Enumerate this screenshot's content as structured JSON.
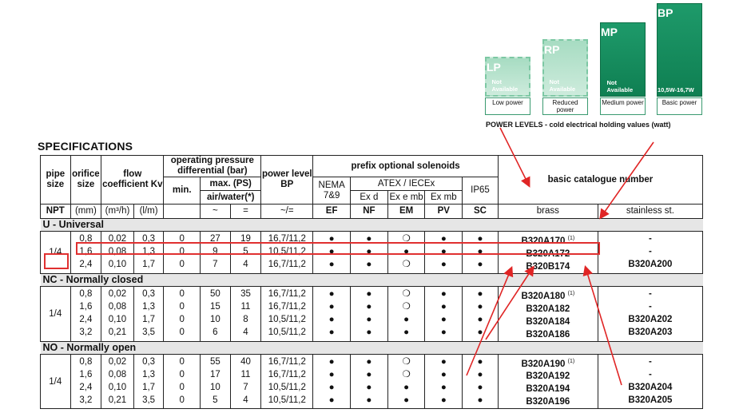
{
  "power_levels": [
    {
      "code": "LP",
      "value": "Not Available",
      "label": "Low power",
      "style": "dashed"
    },
    {
      "code": "RP",
      "value": "Not Available",
      "label": "Reduced power",
      "style": "dashed"
    },
    {
      "code": "MP",
      "value": "Not Available",
      "label": "Medium power",
      "style": "solid"
    },
    {
      "code": "BP",
      "value": "10,5W-16,7W",
      "label": "Basic power",
      "style": "solid"
    }
  ],
  "power_caption": "POWER LEVELS - cold electrical holding values (watt)",
  "title": "SPECIFICATIONS",
  "headers": {
    "pipe_size": "pipe size",
    "orifice_size": "orifice size",
    "flow_coefficient": "flow coefficient Kv",
    "operating_pressure": "operating pressure differential (bar)",
    "min": "min.",
    "max": "max. (PS)",
    "air_water": "air/water(*)",
    "power_level": "power level BP",
    "prefix": "prefix optional solenoids",
    "nema": "NEMA 7&9",
    "atex": "ATEX / IECEx",
    "exd": "Ex d",
    "exemb1": "Ex e mb",
    "exmb": "Ex mb",
    "ip65": "IP65",
    "catalogue": "basic catalogue number"
  },
  "units": {
    "npt": "NPT",
    "mm": "(mm)",
    "m3h": "(m³/h)",
    "lm": "(l/m)",
    "tilde": "~",
    "eq": "=",
    "power": "~/=",
    "ef": "EF",
    "nf": "NF",
    "em": "EM",
    "pv": "PV",
    "sc": "SC",
    "brass": "brass",
    "stainless": "stainless st."
  },
  "sections": [
    {
      "title": "U - Universal",
      "pipe": "1/4",
      "rows": [
        {
          "orifice": "0,8",
          "kv_m3h": "0,02",
          "kv_lm": "0,3",
          "min": "0",
          "max_ac": "27",
          "max_dc": "19",
          "power": "16,7/11,2",
          "ef": "●",
          "nf": "●",
          "em": "❍",
          "pv": "●",
          "sc": "●",
          "brass": "B320A170",
          "brass_note": "(1)",
          "stainless": "-"
        },
        {
          "orifice": "1,6",
          "kv_m3h": "0,08",
          "kv_lm": "1,3",
          "min": "0",
          "max_ac": "9",
          "max_dc": "5",
          "power": "10,5/11,2",
          "ef": "●",
          "nf": "●",
          "em": "●",
          "pv": "●",
          "sc": "●",
          "brass": "B320A172",
          "brass_note": "",
          "stainless": "-"
        },
        {
          "orifice": "2,4",
          "kv_m3h": "0,10",
          "kv_lm": "1,7",
          "min": "0",
          "max_ac": "7",
          "max_dc": "4",
          "power": "16,7/11,2",
          "ef": "●",
          "nf": "●",
          "em": "❍",
          "pv": "●",
          "sc": "●",
          "brass": "B320B174",
          "brass_note": "",
          "stainless": "B320A200"
        }
      ]
    },
    {
      "title": "NC - Normally closed",
      "pipe": "1/4",
      "rows": [
        {
          "orifice": "0,8",
          "kv_m3h": "0,02",
          "kv_lm": "0,3",
          "min": "0",
          "max_ac": "50",
          "max_dc": "35",
          "power": "16,7/11,2",
          "ef": "●",
          "nf": "●",
          "em": "❍",
          "pv": "●",
          "sc": "●",
          "brass": "B320A180",
          "brass_note": "(1)",
          "stainless": "-"
        },
        {
          "orifice": "1,6",
          "kv_m3h": "0,08",
          "kv_lm": "1,3",
          "min": "0",
          "max_ac": "15",
          "max_dc": "11",
          "power": "16,7/11,2",
          "ef": "●",
          "nf": "●",
          "em": "❍",
          "pv": "●",
          "sc": "●",
          "brass": "B320A182",
          "brass_note": "",
          "stainless": "-"
        },
        {
          "orifice": "2,4",
          "kv_m3h": "0,10",
          "kv_lm": "1,7",
          "min": "0",
          "max_ac": "10",
          "max_dc": "8",
          "power": "10,5/11,2",
          "ef": "●",
          "nf": "●",
          "em": "●",
          "pv": "●",
          "sc": "●",
          "brass": "B320A184",
          "brass_note": "",
          "stainless": "B320A202"
        },
        {
          "orifice": "3,2",
          "kv_m3h": "0,21",
          "kv_lm": "3,5",
          "min": "0",
          "max_ac": "6",
          "max_dc": "4",
          "power": "10,5/11,2",
          "ef": "●",
          "nf": "●",
          "em": "●",
          "pv": "●",
          "sc": "●",
          "brass": "B320A186",
          "brass_note": "",
          "stainless": "B320A203"
        }
      ]
    },
    {
      "title": "NO - Normally open",
      "pipe": "1/4",
      "rows": [
        {
          "orifice": "0,8",
          "kv_m3h": "0,02",
          "kv_lm": "0,3",
          "min": "0",
          "max_ac": "55",
          "max_dc": "40",
          "power": "16,7/11,2",
          "ef": "●",
          "nf": "●",
          "em": "❍",
          "pv": "●",
          "sc": "●",
          "brass": "B320A190",
          "brass_note": "(1)",
          "stainless": "-"
        },
        {
          "orifice": "1,6",
          "kv_m3h": "0,08",
          "kv_lm": "1,3",
          "min": "0",
          "max_ac": "17",
          "max_dc": "11",
          "power": "16,7/11,2",
          "ef": "●",
          "nf": "●",
          "em": "❍",
          "pv": "●",
          "sc": "●",
          "brass": "B320A192",
          "brass_note": "",
          "stainless": "-"
        },
        {
          "orifice": "2,4",
          "kv_m3h": "0,10",
          "kv_lm": "1,7",
          "min": "0",
          "max_ac": "10",
          "max_dc": "7",
          "power": "10,5/11,2",
          "ef": "●",
          "nf": "●",
          "em": "●",
          "pv": "●",
          "sc": "●",
          "brass": "B320A194",
          "brass_note": "",
          "stainless": "B320A204"
        },
        {
          "orifice": "3,2",
          "kv_m3h": "0,21",
          "kv_lm": "3,5",
          "min": "0",
          "max_ac": "5",
          "max_dc": "4",
          "power": "10,5/11,2",
          "ef": "●",
          "nf": "●",
          "em": "●",
          "pv": "●",
          "sc": "●",
          "brass": "B320A196",
          "brass_note": "",
          "stainless": "B320A205"
        }
      ]
    }
  ]
}
